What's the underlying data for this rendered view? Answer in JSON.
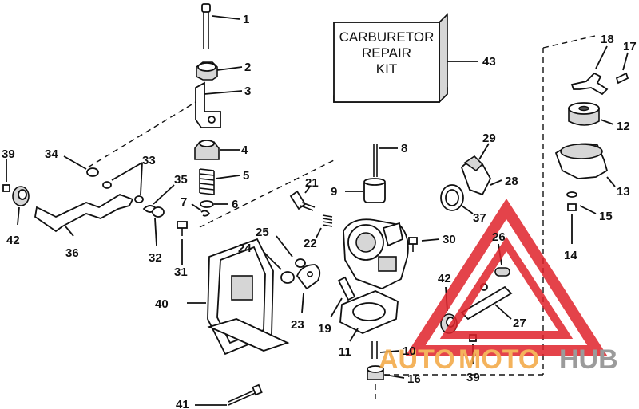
{
  "kit_label": {
    "line1": "CARBURETOR",
    "line2": "REPAIR",
    "line3": "KIT"
  },
  "callouts": {
    "c1": "1",
    "c2": "2",
    "c3": "3",
    "c4": "4",
    "c5": "5",
    "c6": "6",
    "c7": "7",
    "c8": "8",
    "c9": "9",
    "c10": "10",
    "c11": "11",
    "c12": "12",
    "c13": "13",
    "c14": "14",
    "c15": "15",
    "c16": "16",
    "c17": "17",
    "c18": "18",
    "c19": "19",
    "c21": "21",
    "c22": "22",
    "c23": "23",
    "c24": "24",
    "c25": "25",
    "c26": "26",
    "c27": "27",
    "c28": "28",
    "c29": "29",
    "c30": "30",
    "c31": "31",
    "c32": "32",
    "c33": "33",
    "c34": "34",
    "c35": "35",
    "c36": "36",
    "c37": "37",
    "c39a": "39",
    "c39b": "39",
    "c40": "40",
    "c41": "41",
    "c42a": "42",
    "c42b": "42",
    "c43": "43"
  },
  "watermark": {
    "part1": "AUTO",
    "part2": "MOTO",
    "part3": "HUB"
  },
  "colors": {
    "line": "#111111",
    "watermark_red": "#e0232b",
    "watermark_orange": "#f3a640",
    "watermark_gray": "#8a8a8a"
  }
}
